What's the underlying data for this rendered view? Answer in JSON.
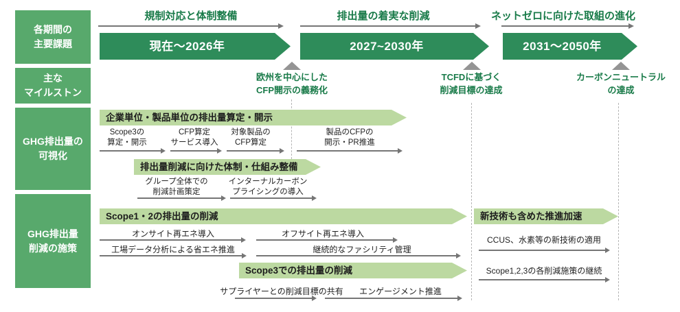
{
  "colors": {
    "green-dark": "#2e8c5a",
    "green-mid": "#58a96c",
    "green-light": "#bcd9a1",
    "green-text": "#187a48",
    "gray-tri": "#949494",
    "gray-arrow": "#757575",
    "gray-dash": "#b5b5b5",
    "text-dark": "#1c1c1c"
  },
  "sidebar": {
    "row1": {
      "line1": "各期間の",
      "line2": "主要課題"
    },
    "row2": {
      "line1": "主な",
      "line2": "マイルストン"
    },
    "row3": {
      "line1": "GHG排出量の",
      "line2": "可視化"
    },
    "row4": {
      "line1": "GHG排出量",
      "line2": "削減の施策"
    }
  },
  "periods": {
    "p1": {
      "phase_label": "規制対応と体制整備",
      "range": "現在〜2026年"
    },
    "p2": {
      "phase_label": "排出量の着実な削減",
      "range": "2027~2030年"
    },
    "p3": {
      "phase_label": "ネットゼロに向けた取組の進化",
      "range": "2031〜2050年"
    }
  },
  "milestones": {
    "m1": {
      "line1": "欧州を中心にした",
      "line2": "CFP開示の義務化"
    },
    "m2": {
      "line1": "TCFDに基づく",
      "line2": "削減目標の達成"
    },
    "m3": {
      "line1": "カーボンニュートラル",
      "line2": "の達成"
    }
  },
  "visualization": {
    "bar1": "企業単位・製品単位の排出量算定・開示",
    "item1a": {
      "line1": "Scope3の",
      "line2": "算定・開示"
    },
    "item1b": {
      "line1": "CFP算定",
      "line2": "サービス導入"
    },
    "item1c": {
      "line1": "対象製品の",
      "line2": "CFP算定"
    },
    "item1d": {
      "line1": "製品のCFPの",
      "line2": "開示・PR推進"
    },
    "bar2": "排出量削減に向けた体制・仕組み整備",
    "item2a": {
      "line1": "グループ全体での",
      "line2": "削減計画策定"
    },
    "item2b": {
      "line1": "インターナルカーボン",
      "line2": "プライシングの導入"
    }
  },
  "reduction": {
    "bar_scope12": "Scope1・2の排出量の削減",
    "onsite": "オンサイト再エネ導入",
    "factory": "工場データ分析による省エネ推進",
    "offsite": "オフサイト再エネ導入",
    "facility": "継続的なファシリティ管理",
    "bar_scope3": "Scope3での排出量の削減",
    "supplier": "サプライヤーとの削減目標の共有",
    "engagement": "エンゲージメント推進",
    "bar_newtech": "新技術も含めた推進加速",
    "ccus": "CCUS、水素等の新技術の適用",
    "continuation": "Scope1,2,3の各削減施策の継続"
  }
}
